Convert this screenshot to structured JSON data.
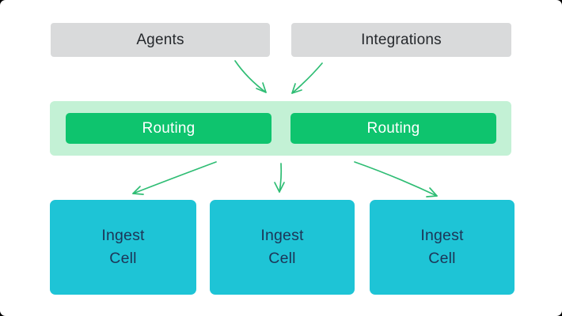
{
  "colors": {
    "page_bg": "#000000",
    "canvas_bg": "#ffffff",
    "source_box_bg": "#d9dadb",
    "source_text": "#25282c",
    "routing_container_bg": "#c3f1d5",
    "routing_box_bg": "#0ec46e",
    "routing_text": "#ffffff",
    "cell_bg": "#1ec4d6",
    "cell_text": "#1d3557",
    "arrow": "#2fbd74"
  },
  "sources": [
    {
      "label": "Agents"
    },
    {
      "label": "Integrations"
    }
  ],
  "routing": {
    "nodes": [
      {
        "label": "Routing"
      },
      {
        "label": "Routing"
      }
    ]
  },
  "cells": [
    {
      "lines": [
        "Ingest",
        "Cell"
      ]
    },
    {
      "lines": [
        "Ingest",
        "Cell"
      ]
    },
    {
      "lines": [
        "Ingest",
        "Cell"
      ]
    }
  ],
  "arrows": [
    {
      "name": "agents-to-routing"
    },
    {
      "name": "integrations-to-routing"
    },
    {
      "name": "routing-to-cell-1"
    },
    {
      "name": "routing-to-cell-2"
    },
    {
      "name": "routing-to-cell-3"
    }
  ]
}
